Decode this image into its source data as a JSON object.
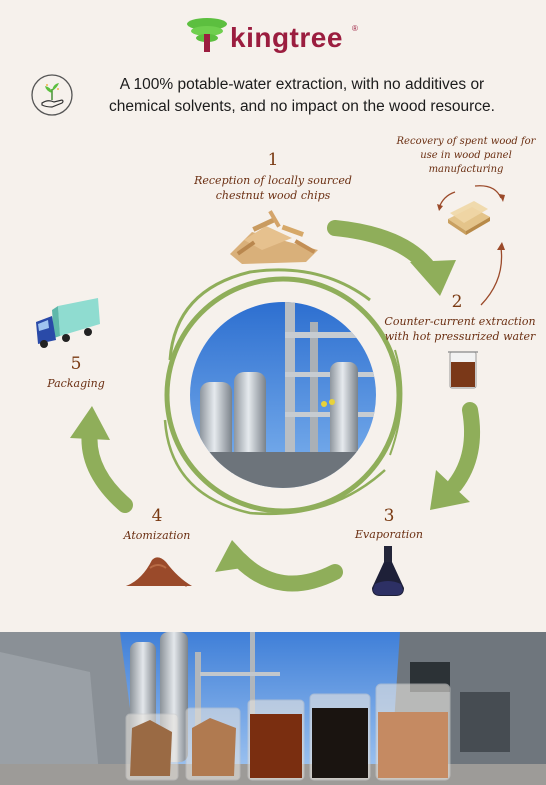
{
  "brand": {
    "name": "kingtree",
    "registered": "®",
    "colors": {
      "brand": "#9b1d3f",
      "tree": "#5cbf3f",
      "arrow": "#8fae5a",
      "text_brown": "#6b2f12"
    }
  },
  "headline": {
    "line1": "A 100% potable-water extraction, with no additives or",
    "line2": "chemical solvents, and no impact on the wood resource."
  },
  "recovery": {
    "line1": "Recovery of spent wood for",
    "line2": "use in wood panel",
    "line3": "manufacturing"
  },
  "steps": [
    {
      "number": "1",
      "line1": "Reception of locally sourced",
      "line2": "chestnut wood chips"
    },
    {
      "number": "2",
      "line1": "Counter-current extraction",
      "line2": "with hot pressurized water"
    },
    {
      "number": "3",
      "line1": "Evaporation"
    },
    {
      "number": "4",
      "line1": "Atomization"
    },
    {
      "number": "5",
      "line1": "Packaging"
    }
  ],
  "icons": {
    "hand_plant": "hand-plant-icon",
    "wood_chips": "wood-chips-icon",
    "wood_panel": "wood-panel-icon",
    "beaker_liquid": "beaker-liquid-icon",
    "flask": "flask-icon",
    "powder": "powder-pile-icon",
    "truck": "truck-icon"
  }
}
